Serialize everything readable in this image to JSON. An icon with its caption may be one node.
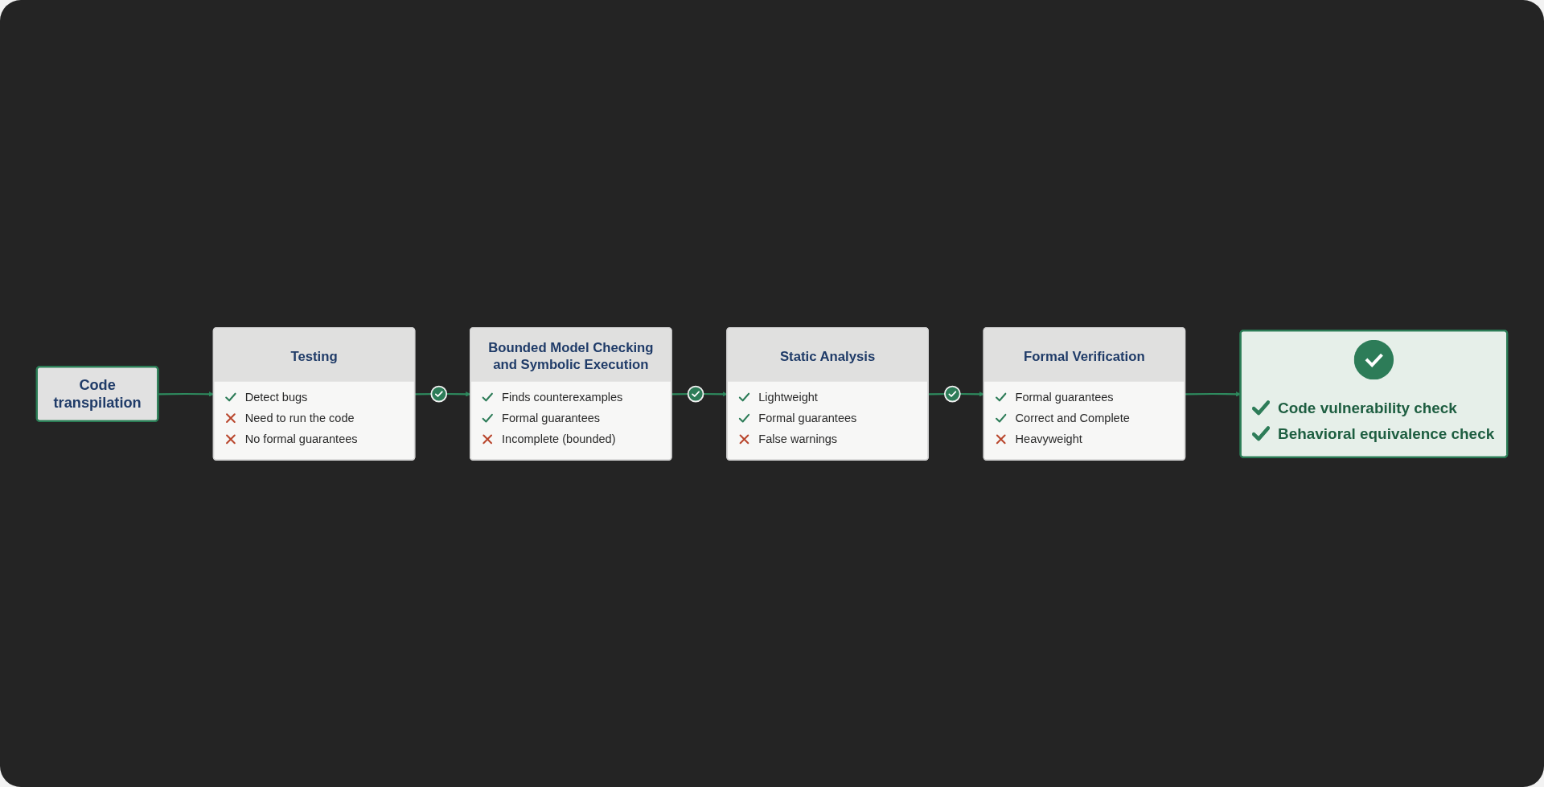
{
  "diagram": {
    "nodes": [
      {
        "text": [
          "Code transpilation"
        ]
      },
      {
        "text": [
          "Testing",
          "Detect bugs",
          "Need to run the code",
          "No formal guarantees"
        ]
      },
      {
        "text": [
          "Bounded Model Checking and Symbolic Execution",
          "Finds counterexamples",
          "Formal guarantees",
          "Incomplete (bounded)"
        ]
      },
      {
        "text": [
          "Static Analysis",
          "Lightweight",
          "Formal guarantees",
          "False warnings"
        ]
      },
      {
        "text": [
          "Formal Verification",
          "Formal guarantees",
          "Correct and Complete",
          "Heavyweight"
        ]
      },
      {
        "text": [
          "Code vulnerability check",
          "Behavioral equivalence check"
        ]
      }
    ],
    "edges": [
      {
        "from": 0,
        "to": 1,
        "arrow": "to"
      },
      {
        "from": 1,
        "to": 2,
        "arrow": "to"
      },
      {
        "from": 2,
        "to": 3,
        "arrow": "to"
      },
      {
        "from": 3,
        "to": 4,
        "arrow": "to"
      },
      {
        "from": 4,
        "to": 5,
        "arrow": "to"
      }
    ]
  }
}
